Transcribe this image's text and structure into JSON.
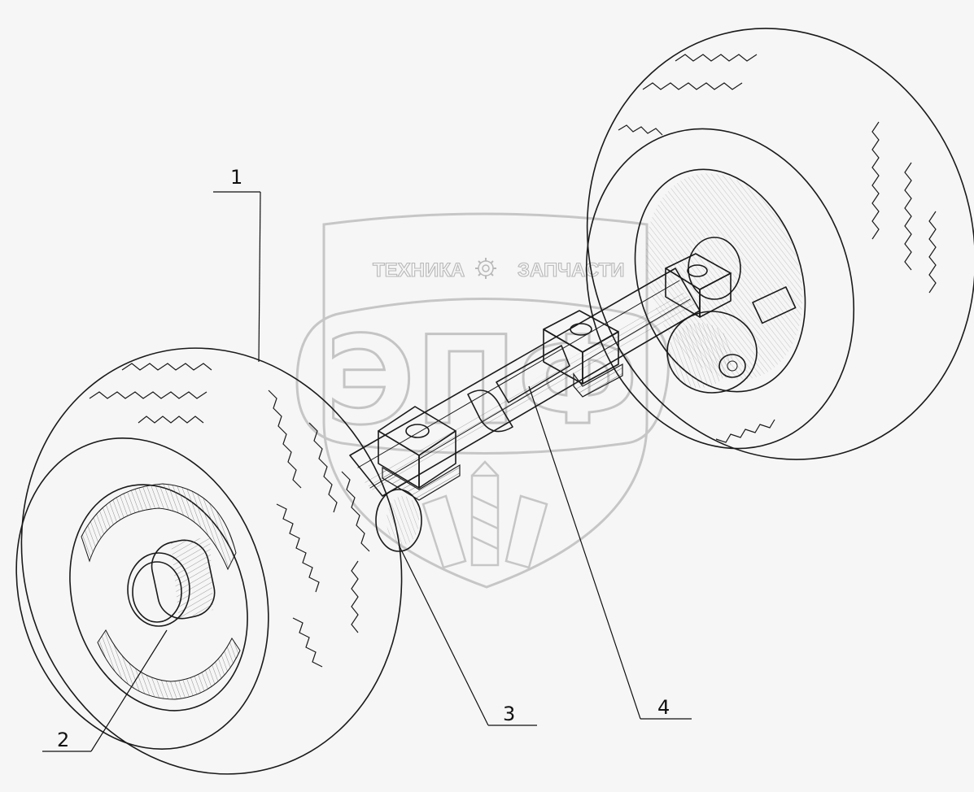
{
  "watermark": {
    "text_left": "ТЕХНИКА",
    "text_right": "ЗАПЧАСТИ",
    "logo_letters": "ЭПФ"
  },
  "callouts": [
    {
      "id": "1",
      "label": "1"
    },
    {
      "id": "2",
      "label": "2"
    },
    {
      "id": "3",
      "label": "3"
    },
    {
      "id": "4",
      "label": "4"
    }
  ],
  "colors": {
    "background": "#f6f6f6",
    "ink": "#1a1a1a",
    "watermark": "#bdbdbd"
  }
}
